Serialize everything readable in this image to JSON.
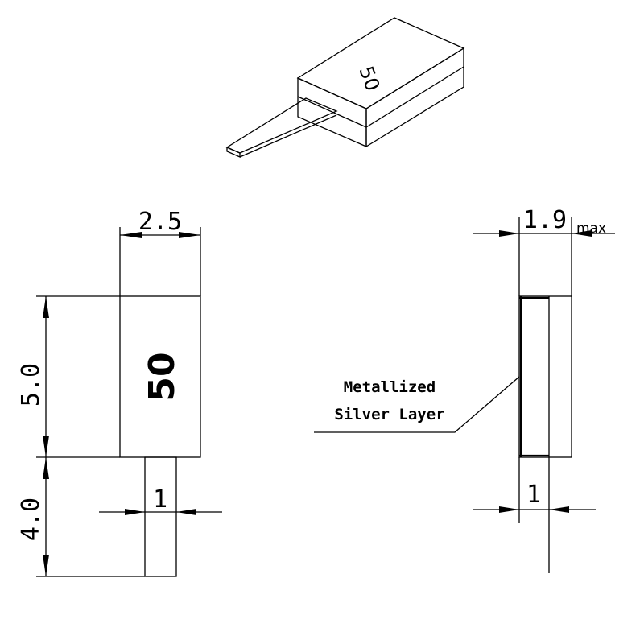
{
  "part_marking": "50",
  "dimensions": {
    "body_width": "2.5",
    "body_height": "5.0",
    "lead_length": "4.0",
    "lead_width_front": "1",
    "thickness": "1.9",
    "thickness_suffix": "max",
    "lead_width_side": "1"
  },
  "callout": {
    "line1": "Metallized",
    "line2": "Silver Layer"
  }
}
